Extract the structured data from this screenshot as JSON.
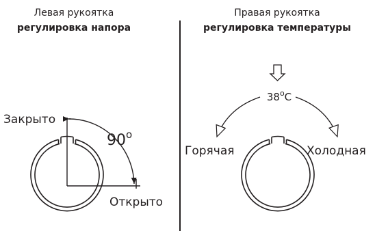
{
  "left_panel": {
    "title": "Левая рукоятка",
    "subtitle": "регулировка напора",
    "closed_label": "Закрыто",
    "open_label": "Открыто",
    "angle_value": "90",
    "angle_unit": "o"
  },
  "right_panel": {
    "title": "Правая рукоятка",
    "subtitle": "регулировка температуры",
    "temperature_value": "38",
    "temperature_unit_deg": "o",
    "temperature_unit_c": "C",
    "hot_label": "Горячая",
    "cold_label": "Холодная"
  },
  "colors": {
    "ink": "#231f20",
    "background": "#ffffff"
  }
}
